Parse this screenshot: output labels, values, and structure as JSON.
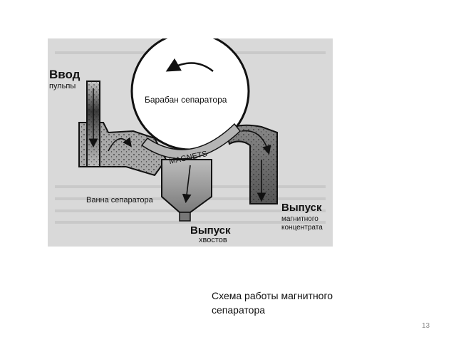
{
  "diagram": {
    "labels": {
      "input_title": "Ввод",
      "input_sub": "пульпы",
      "drum": "Барабан сепаратора",
      "magnets": "MAGNETS",
      "bath": "Ванна сепаратора",
      "tails_title": "Выпуск",
      "tails_sub": "хвостов",
      "conc_title": "Выпуск",
      "conc_sub1": "магнитного",
      "conc_sub2": "концентрата"
    },
    "icons": [
      "rotation-arrow-icon",
      "flow-arrow-icon"
    ],
    "colors": {
      "background": "#d9d9d9",
      "outline": "#111111",
      "pulp": "#9a9a9a"
    }
  },
  "caption": {
    "line1": "Схема работы магнитного",
    "line2": "сепаратора"
  },
  "page_number": "13"
}
